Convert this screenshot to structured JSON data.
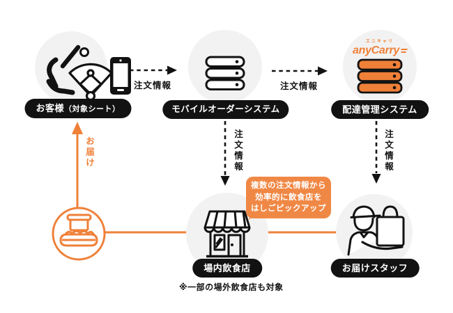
{
  "colors": {
    "accent_orange": "#EF8038",
    "bubble_orange": "#F08845",
    "circle_gray": "#F2F2F2",
    "ink_black": "#121212",
    "background": "#FFFFFF"
  },
  "logo": {
    "furigana": "エニキャリ",
    "name": "anyCarry"
  },
  "nodes": {
    "customer": {
      "label": "お客様",
      "label_suffix": "（対象シート）"
    },
    "mobile_order_system": {
      "label": "モバイルオーダーシステム"
    },
    "delivery_management_system": {
      "label": "配達管理システム"
    },
    "venue_restaurant": {
      "label": "場内飲食店",
      "note": "※一部の場外飲食店も対象"
    },
    "delivery_staff": {
      "label": "お届けスタッフ"
    }
  },
  "arrows": {
    "order_info": "注文情報",
    "delivery": "お届け"
  },
  "bubble": {
    "lines": [
      "複数の注文情報から",
      "効率的に飲食店を",
      "はしごピックアップ"
    ]
  }
}
